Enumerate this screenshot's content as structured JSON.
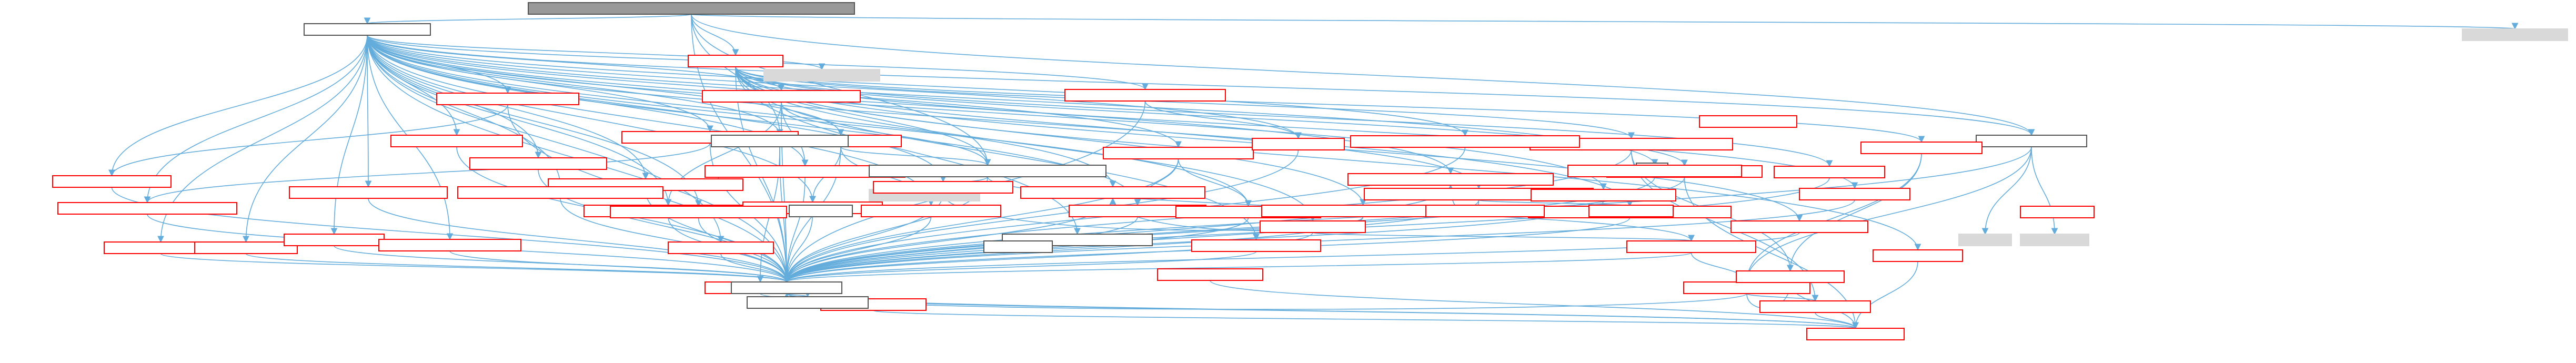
{
  "graph": {
    "title": "",
    "colors": {
      "edge": "#63acdb",
      "root_fill": "#999999",
      "red_border": "#ff0000",
      "gray_fill": "#d9d9d9",
      "plain_border": "#555555"
    },
    "nodes": [
      {
        "id": "root",
        "label": "",
        "style": "root"
      },
      {
        "id": "a1",
        "label": "",
        "style": "plain"
      },
      {
        "id": "a2",
        "label": "",
        "style": "red"
      },
      {
        "id": "a3",
        "label": "",
        "style": "plain"
      },
      {
        "id": "a4",
        "label": "",
        "style": "gray"
      },
      {
        "id": "b1",
        "label": "",
        "style": "gray"
      },
      {
        "id": "b2",
        "label": "",
        "style": "red"
      },
      {
        "id": "b3",
        "label": "",
        "style": "red"
      },
      {
        "id": "b4",
        "label": "",
        "style": "red"
      },
      {
        "id": "b5",
        "label": "",
        "style": "red"
      },
      {
        "id": "b6",
        "label": "",
        "style": "red"
      },
      {
        "id": "b7",
        "label": "",
        "style": "red"
      },
      {
        "id": "b8",
        "label": "",
        "style": "red"
      },
      {
        "id": "b9",
        "label": "",
        "style": "red"
      },
      {
        "id": "b10",
        "label": "",
        "style": "plain"
      },
      {
        "id": "b11",
        "label": "",
        "style": "gray"
      },
      {
        "id": "b12",
        "label": "",
        "style": "gray"
      },
      {
        "id": "c1",
        "label": "",
        "style": "red"
      },
      {
        "id": "c2",
        "label": "",
        "style": "red"
      },
      {
        "id": "c3",
        "label": "",
        "style": "red"
      },
      {
        "id": "c4",
        "label": "",
        "style": "red"
      },
      {
        "id": "c5",
        "label": "",
        "style": "red"
      },
      {
        "id": "c6",
        "label": "",
        "style": "red"
      },
      {
        "id": "c7",
        "label": "",
        "style": "red"
      },
      {
        "id": "c8",
        "label": "",
        "style": "red"
      },
      {
        "id": "c9",
        "label": "",
        "style": "red"
      },
      {
        "id": "c10",
        "label": "",
        "style": "red"
      },
      {
        "id": "c11",
        "label": "",
        "style": "plain"
      },
      {
        "id": "c12",
        "label": "",
        "style": "red"
      },
      {
        "id": "c13",
        "label": "",
        "style": "red"
      },
      {
        "id": "c14",
        "label": "",
        "style": "plain"
      },
      {
        "id": "d1",
        "label": "",
        "style": "plain"
      },
      {
        "id": "d2",
        "label": "",
        "style": "red"
      },
      {
        "id": "d3",
        "label": "",
        "style": "red"
      },
      {
        "id": "d4",
        "label": "",
        "style": "gray"
      },
      {
        "id": "d5",
        "label": "",
        "style": "red"
      },
      {
        "id": "d6",
        "label": "",
        "style": "red"
      },
      {
        "id": "d7",
        "label": "",
        "style": "red"
      },
      {
        "id": "d8",
        "label": "",
        "style": "red"
      },
      {
        "id": "d9",
        "label": "",
        "style": "red"
      },
      {
        "id": "d10",
        "label": "",
        "style": "red"
      },
      {
        "id": "d11",
        "label": "",
        "style": "red"
      },
      {
        "id": "d12",
        "label": "",
        "style": "red"
      },
      {
        "id": "d13",
        "label": "",
        "style": "red"
      },
      {
        "id": "d14",
        "label": "",
        "style": "red"
      },
      {
        "id": "e1",
        "label": "",
        "style": "red"
      },
      {
        "id": "e2",
        "label": "",
        "style": "red"
      },
      {
        "id": "e3",
        "label": "",
        "style": "red"
      },
      {
        "id": "e4",
        "label": "",
        "style": "red"
      },
      {
        "id": "e5",
        "label": "",
        "style": "red"
      },
      {
        "id": "e6",
        "label": "",
        "style": "red"
      },
      {
        "id": "e7",
        "label": "",
        "style": "red"
      },
      {
        "id": "e8",
        "label": "",
        "style": "red"
      },
      {
        "id": "e9",
        "label": "",
        "style": "red"
      },
      {
        "id": "f1",
        "label": "",
        "style": "red"
      },
      {
        "id": "f2",
        "label": "",
        "style": "red"
      },
      {
        "id": "f3",
        "label": "",
        "style": "red"
      },
      {
        "id": "f4",
        "label": "",
        "style": "red"
      },
      {
        "id": "f5",
        "label": "",
        "style": "red"
      },
      {
        "id": "f6",
        "label": "",
        "style": "plain"
      },
      {
        "id": "f7",
        "label": "",
        "style": "plain"
      },
      {
        "id": "f8",
        "label": "",
        "style": "red"
      },
      {
        "id": "f9",
        "label": "",
        "style": "red"
      },
      {
        "id": "f10",
        "label": "",
        "style": "red"
      },
      {
        "id": "g1",
        "label": "",
        "style": "red"
      },
      {
        "id": "g2",
        "label": "",
        "style": "red"
      },
      {
        "id": "g3",
        "label": "",
        "style": "red"
      },
      {
        "id": "g4",
        "label": "",
        "style": "red"
      },
      {
        "id": "g5",
        "label": "",
        "style": "red"
      },
      {
        "id": "g6",
        "label": "",
        "style": "red"
      },
      {
        "id": "hub",
        "label": "",
        "style": "plain"
      },
      {
        "id": "h1",
        "label": "",
        "style": "plain"
      },
      {
        "id": "sink",
        "label": "",
        "style": "red"
      }
    ],
    "edges": [
      [
        "root",
        "a1"
      ],
      [
        "root",
        "a2"
      ],
      [
        "root",
        "a3"
      ],
      [
        "root",
        "a4"
      ],
      [
        "root",
        "hub"
      ],
      [
        "root",
        "c11"
      ],
      [
        "root",
        "d1"
      ],
      [
        "a1",
        "b1"
      ],
      [
        "a1",
        "b2"
      ],
      [
        "a1",
        "b3"
      ],
      [
        "a1",
        "b4"
      ],
      [
        "a1",
        "b5"
      ],
      [
        "a1",
        "b6"
      ],
      [
        "a1",
        "b7"
      ],
      [
        "a1",
        "b8"
      ],
      [
        "a1",
        "b9"
      ],
      [
        "a1",
        "c1"
      ],
      [
        "a1",
        "c2"
      ],
      [
        "a1",
        "c3"
      ],
      [
        "a1",
        "c4"
      ],
      [
        "a1",
        "c5"
      ],
      [
        "a1",
        "c6"
      ],
      [
        "a1",
        "c7"
      ],
      [
        "a1",
        "c8"
      ],
      [
        "a1",
        "d1"
      ],
      [
        "a1",
        "d2"
      ],
      [
        "a1",
        "d3"
      ],
      [
        "a1",
        "d5"
      ],
      [
        "a1",
        "d6"
      ],
      [
        "a1",
        "d7"
      ],
      [
        "a1",
        "d8"
      ],
      [
        "a1",
        "d9"
      ],
      [
        "a1",
        "d10"
      ],
      [
        "a1",
        "e1"
      ],
      [
        "a1",
        "e2"
      ],
      [
        "a1",
        "e3"
      ],
      [
        "a1",
        "e4"
      ],
      [
        "a1",
        "e5"
      ],
      [
        "a1",
        "e6"
      ],
      [
        "a1",
        "e7"
      ],
      [
        "a1",
        "f1"
      ],
      [
        "a1",
        "f2"
      ],
      [
        "a1",
        "a3"
      ],
      [
        "a1",
        "hub"
      ],
      [
        "a2",
        "b10"
      ],
      [
        "a2",
        "c9"
      ],
      [
        "a2",
        "c10"
      ],
      [
        "a2",
        "c12"
      ],
      [
        "a2",
        "c13"
      ],
      [
        "a2",
        "d11"
      ],
      [
        "a2",
        "d12"
      ],
      [
        "a2",
        "d13"
      ],
      [
        "a2",
        "e8"
      ],
      [
        "a2",
        "e9"
      ],
      [
        "a2",
        "f3"
      ],
      [
        "a2",
        "f4"
      ],
      [
        "a2",
        "hub"
      ],
      [
        "a2",
        "c11"
      ],
      [
        "a3",
        "b11"
      ],
      [
        "a3",
        "b12"
      ],
      [
        "a3",
        "hub"
      ],
      [
        "a3",
        "g1"
      ],
      [
        "b2",
        "hub"
      ],
      [
        "b3",
        "hub"
      ],
      [
        "b4",
        "c1"
      ],
      [
        "b4",
        "hub"
      ],
      [
        "b5",
        "d2"
      ],
      [
        "b5",
        "hub"
      ],
      [
        "b6",
        "c2"
      ],
      [
        "b6",
        "hub"
      ],
      [
        "b7",
        "c3"
      ],
      [
        "b7",
        "c4"
      ],
      [
        "b7",
        "c11"
      ],
      [
        "b7",
        "hub"
      ],
      [
        "b8",
        "c5"
      ],
      [
        "b8",
        "c6"
      ],
      [
        "b8",
        "c11"
      ],
      [
        "b8",
        "hub"
      ],
      [
        "b9",
        "c7"
      ],
      [
        "b9",
        "c8"
      ],
      [
        "b9",
        "hub"
      ],
      [
        "c1",
        "hub"
      ],
      [
        "c2",
        "hub"
      ],
      [
        "c3",
        "hub"
      ],
      [
        "c4",
        "hub"
      ],
      [
        "c5",
        "hub"
      ],
      [
        "c6",
        "hub"
      ],
      [
        "c7",
        "hub"
      ],
      [
        "c8",
        "hub"
      ],
      [
        "c9",
        "d5"
      ],
      [
        "c9",
        "d6"
      ],
      [
        "c9",
        "hub"
      ],
      [
        "c10",
        "d7"
      ],
      [
        "c10",
        "d8"
      ],
      [
        "c10",
        "hub"
      ],
      [
        "c12",
        "g2"
      ],
      [
        "c12",
        "g3"
      ],
      [
        "c12",
        "hub"
      ],
      [
        "c11",
        "d4"
      ],
      [
        "c11",
        "f5"
      ],
      [
        "c11",
        "hub"
      ],
      [
        "c13",
        "sink"
      ],
      [
        "c13",
        "hub"
      ],
      [
        "d1",
        "g5"
      ],
      [
        "d1",
        "hub"
      ],
      [
        "d2",
        "hub"
      ],
      [
        "d3",
        "hub"
      ],
      [
        "d5",
        "hub"
      ],
      [
        "d6",
        "hub"
      ],
      [
        "d7",
        "hub"
      ],
      [
        "d8",
        "hub"
      ],
      [
        "d9",
        "hub"
      ],
      [
        "d10",
        "hub"
      ],
      [
        "d11",
        "hub"
      ],
      [
        "d12",
        "hub"
      ],
      [
        "d13",
        "g1"
      ],
      [
        "d13",
        "g2"
      ],
      [
        "e1",
        "hub"
      ],
      [
        "e2",
        "hub"
      ],
      [
        "e3",
        "hub"
      ],
      [
        "e4",
        "hub"
      ],
      [
        "e5",
        "hub"
      ],
      [
        "e6",
        "hub"
      ],
      [
        "e7",
        "hub"
      ],
      [
        "e8",
        "hub"
      ],
      [
        "e9",
        "f5"
      ],
      [
        "e9",
        "hub"
      ],
      [
        "f1",
        "hub"
      ],
      [
        "f2",
        "hub"
      ],
      [
        "f3",
        "hub"
      ],
      [
        "f4",
        "sink"
      ],
      [
        "f5",
        "g1"
      ],
      [
        "f5",
        "hub"
      ],
      [
        "g1",
        "g2"
      ],
      [
        "g1",
        "g3"
      ],
      [
        "g1",
        "hub"
      ],
      [
        "g2",
        "sink"
      ],
      [
        "g3",
        "sink"
      ],
      [
        "g4",
        "sink"
      ],
      [
        "g5",
        "sink"
      ],
      [
        "g6",
        "sink"
      ],
      [
        "hub",
        "h1"
      ],
      [
        "hub",
        "sink"
      ]
    ]
  }
}
